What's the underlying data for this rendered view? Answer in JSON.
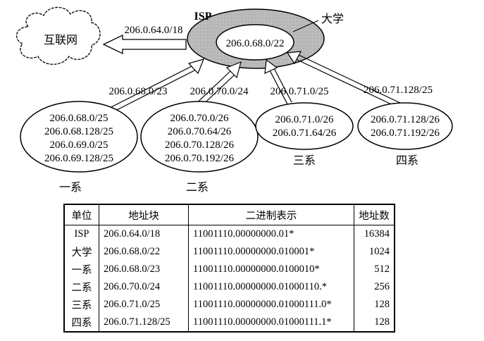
{
  "diagram": {
    "internet_label": "互联网",
    "isp_label": "ISP",
    "isp_link_label": "206.0.64.0/18",
    "university_label": "大学",
    "university_block": "206.0.68.0/22",
    "dept1": {
      "link_label": "206.0.68.0/23",
      "addresses": [
        "206.0.68.0/25",
        "206.0.68.128/25",
        "206.0.69.0/25",
        "206.0.69.128/25"
      ],
      "name": "一系"
    },
    "dept2": {
      "link_label": "206.0.70.0/24",
      "addresses": [
        "206.0.70.0/26",
        "206.0.70.64/26",
        "206.0.70.128/26",
        "206.0.70.192/26"
      ],
      "name": "二系"
    },
    "dept3": {
      "link_label": "206.0.71.0/25",
      "addresses": [
        "206.0.71.0/26",
        "206.0.71.64/26"
      ],
      "name": "三系"
    },
    "dept4": {
      "link_label": "206.0.71.128/25",
      "addresses": [
        "206.0.71.128/26",
        "206.0.71.192/26"
      ],
      "name": "四系"
    }
  },
  "table": {
    "headers": [
      "单位",
      "地址块",
      "二进制表示",
      "地址数"
    ],
    "rows": [
      [
        "ISP",
        "206.0.64.0/18",
        "11001110.00000000.01*",
        "16384"
      ],
      [
        "大学",
        "206.0.68.0/22",
        "11001110.00000000.010001*",
        "1024"
      ],
      [
        "一系",
        "206.0.68.0/23",
        "11001110.00000000.0100010*",
        "512"
      ],
      [
        "二系",
        "206.0.70.0/24",
        "11001110.00000000.01000110.*",
        "256"
      ],
      [
        "三系",
        "206.0.71.0/25",
        "11001110.00000000.01000111.0*",
        "128"
      ],
      [
        "四系",
        "206.0.71.128/25",
        "11001110.00000000.01000111.1*",
        "128"
      ]
    ]
  }
}
